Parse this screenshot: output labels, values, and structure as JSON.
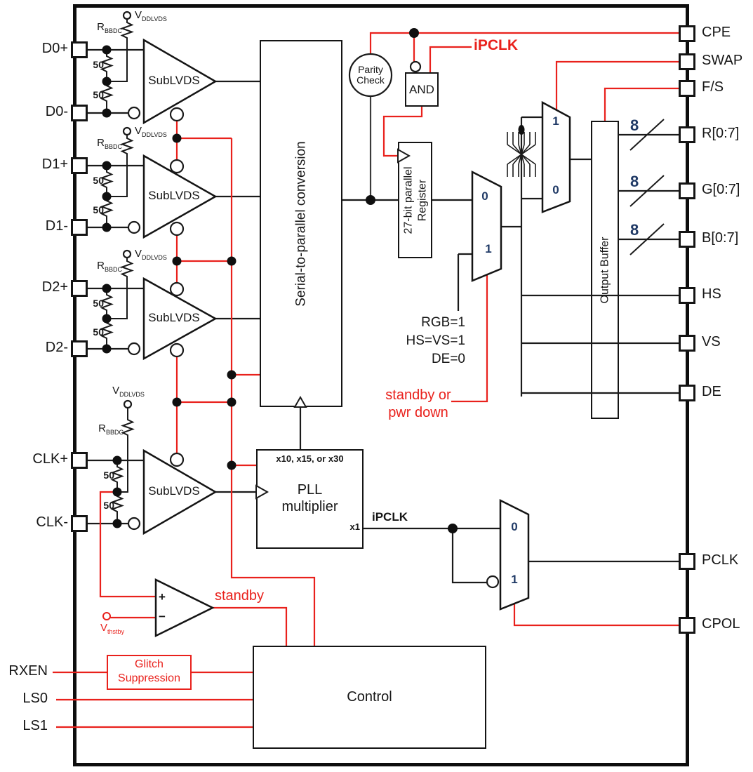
{
  "diagram": {
    "pins": {
      "left": [
        "D0+",
        "D0-",
        "D1+",
        "D1-",
        "D2+",
        "D2-",
        "CLK+",
        "CLK-"
      ],
      "bottom_left": [
        "RXEN",
        "LS0",
        "LS1"
      ],
      "right": [
        "CPE",
        "SWAP",
        "F/S",
        "R[0:7]",
        "G[0:7]",
        "B[0:7]",
        "HS",
        "VS",
        "DE",
        "PCLK",
        "CPOL"
      ]
    },
    "blocks": {
      "amp": "SubLVDS",
      "s2p": "Serial-to-parallel conversion",
      "parity_l1": "Parity",
      "parity_l2": "Check",
      "and_gate": "AND",
      "reg_l1": "27-bit parallel",
      "reg_l2": "Register",
      "output_buffer": "Output Buffer",
      "pll_ratio": "x10,  x15, or x30",
      "pll_l1": "PLL",
      "pll_l2": "multiplier",
      "pll_x1": "x1",
      "control": "Control",
      "glitch_l1": "Glitch",
      "glitch_l2": "Suppression"
    },
    "signals": {
      "ipclk": "iPCLK",
      "standby": "standby",
      "standby_or": "standby or",
      "pwr_down": "pwr down",
      "rgb1": "RGB=1",
      "hsvs1": "HS=VS=1",
      "de0": "DE=0",
      "bus_width": "8"
    },
    "parts": {
      "v": "V",
      "vdd_sub": "DDLVDS",
      "r": "R",
      "r_sub": "BBDC",
      "ohm50": "50",
      "vth_sub": "thstby",
      "plus": "+",
      "minus": "−",
      "sel0": "0",
      "sel1": "1"
    }
  }
}
